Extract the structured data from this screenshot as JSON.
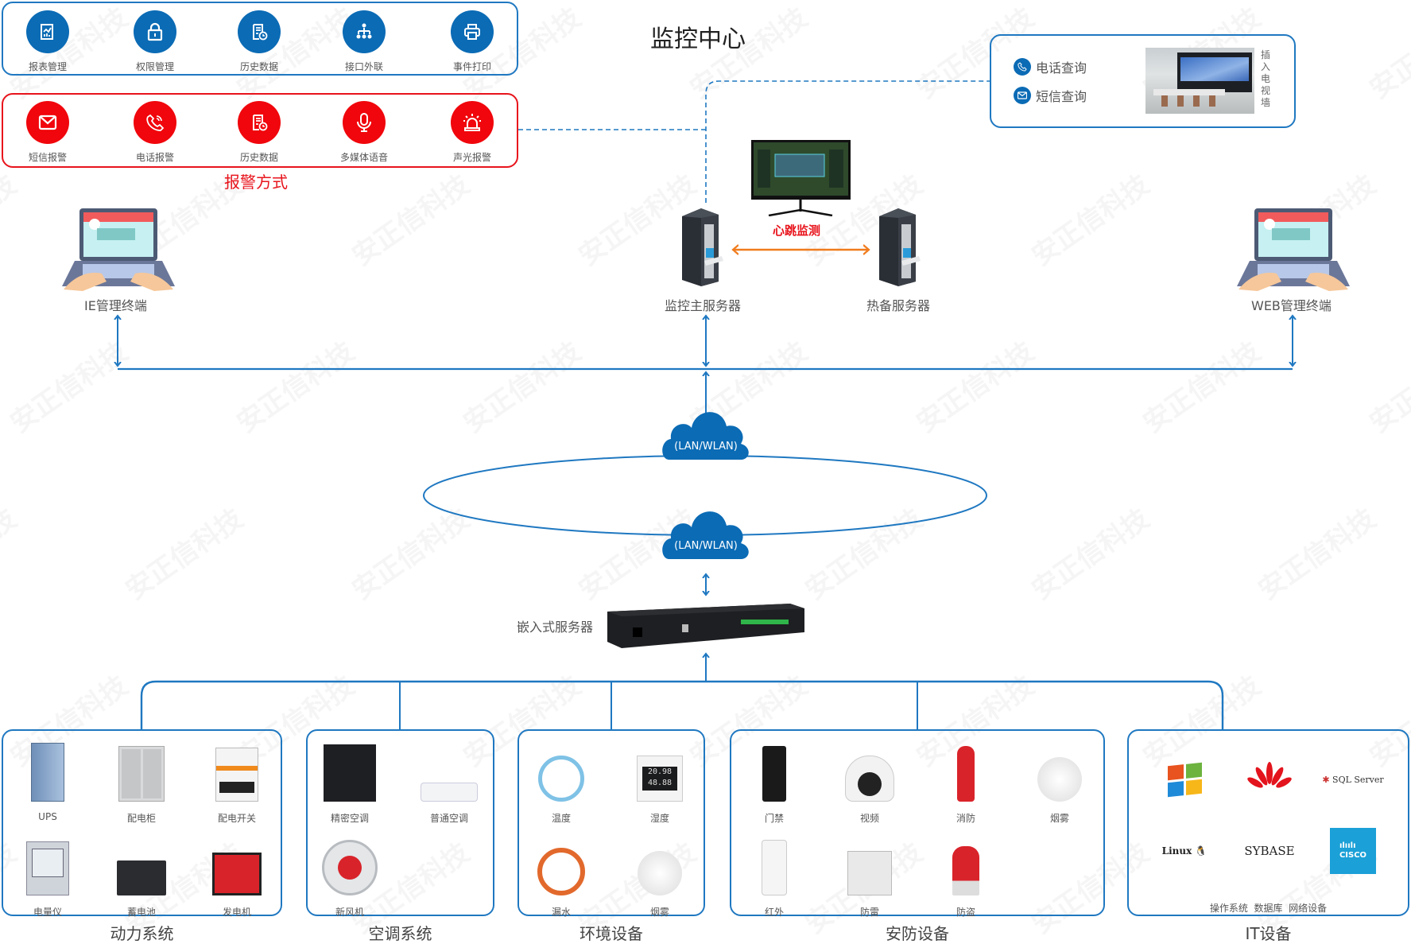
{
  "title": "监控中心",
  "watermark": "安正信科技",
  "colors": {
    "primary_blue": "#0b6bb5",
    "alarm_red": "#f0060c",
    "heartbeat_orange": "#f07c1e",
    "line_blue": "#1f78c1"
  },
  "management_functions": [
    {
      "label": "报表管理",
      "icon": "report-chart-icon"
    },
    {
      "label": "权限管理",
      "icon": "lock-icon"
    },
    {
      "label": "历史数据",
      "icon": "history-document-icon"
    },
    {
      "label": "接口外联",
      "icon": "network-hierarchy-icon"
    },
    {
      "label": "事件打印",
      "icon": "printer-icon"
    }
  ],
  "alarm_methods": {
    "title": "报警方式",
    "items": [
      {
        "label": "短信报警",
        "icon": "envelope-icon"
      },
      {
        "label": "电话报警",
        "icon": "phone-icon"
      },
      {
        "label": "历史数据",
        "icon": "history-document-icon"
      },
      {
        "label": "多媒体语音",
        "icon": "microphone-icon"
      },
      {
        "label": "声光报警",
        "icon": "alarm-light-icon"
      }
    ]
  },
  "query_panel": {
    "items": [
      {
        "label": "电话查询",
        "icon": "phone-icon"
      },
      {
        "label": "短信查询",
        "icon": "envelope-icon"
      }
    ],
    "video_wall_label": "插入电视墙"
  },
  "servers": {
    "main": "监控主服务器",
    "backup": "热备服务器",
    "heartbeat": "心跳监测"
  },
  "terminals": {
    "ie": "IE管理终端",
    "web": "WEB管理终端"
  },
  "network": {
    "cloud_top": "(LAN/WLAN)",
    "cloud_bottom": "(LAN/WLAN)"
  },
  "embedded_server": "嵌入式服务器",
  "subsystems": [
    {
      "title": "动力系统",
      "devices": [
        "UPS",
        "配电柜",
        "配电开关",
        "电量仪",
        "蓄电池",
        "发电机"
      ]
    },
    {
      "title": "空调系统",
      "devices": [
        "精密空调",
        "普通空调",
        "新风机"
      ]
    },
    {
      "title": "环境设备",
      "devices": [
        "温度",
        "湿度",
        "漏水",
        "烟雾"
      ]
    },
    {
      "title": "安防设备",
      "devices": [
        "门禁",
        "视频",
        "消防",
        "烟雾",
        "红外",
        "防雷",
        "防盗"
      ]
    },
    {
      "title": "IT设备",
      "logos": [
        "Windows",
        "Huawei",
        "SQL Server",
        "Linux",
        "SYBASE",
        "CISCO"
      ],
      "caption": "操作系统  数据库  网络设备"
    }
  ]
}
